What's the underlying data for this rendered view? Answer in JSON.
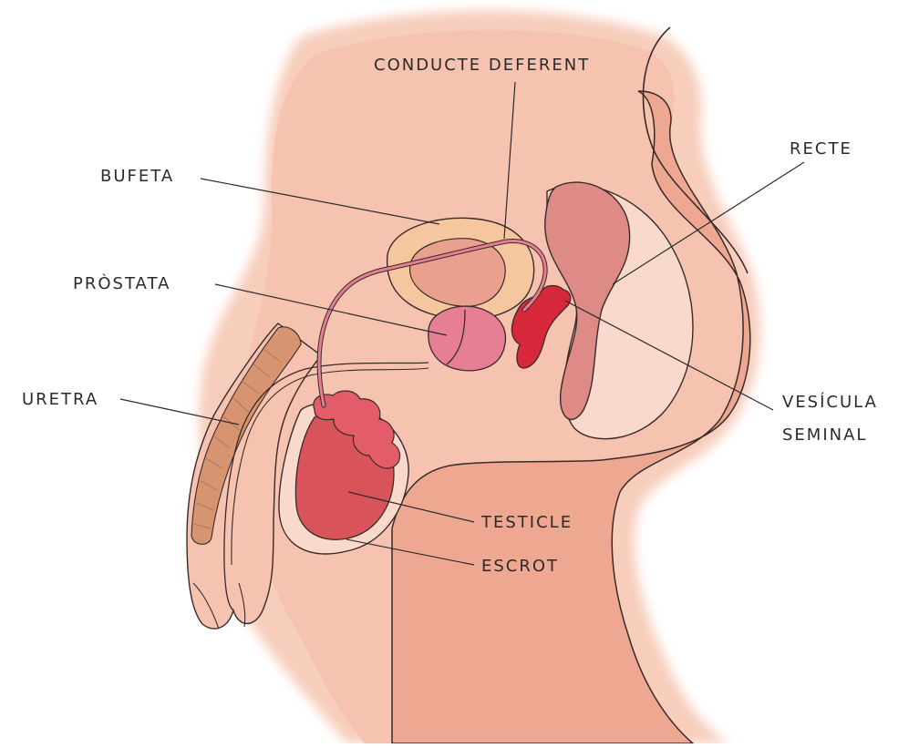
{
  "labels": {
    "conducte_deferent": "CONDUCTE DEFERENT",
    "bufeta": "BUFETA",
    "recte": "RECTE",
    "prostata": "PRÒSTATA",
    "uretra": "URETRA",
    "vesicula": "VESÍCULA",
    "seminal": "SEMINAL",
    "testicle": "TESTICLE",
    "escrot": "ESCROT"
  },
  "colors": {
    "skin": "#f5c3b0",
    "skin_light": "#f9d9cc",
    "skin_dark": "#eea891",
    "bladder": "#f6c79f",
    "bladder_inner": "#e9a08e",
    "prostate": "#e67f93",
    "rectum": "#de8a86",
    "seminal_vesicle": "#d8283c",
    "testicle": "#d9545a",
    "penis_stripes": "#d69470",
    "outline": "#3a2a2a"
  }
}
